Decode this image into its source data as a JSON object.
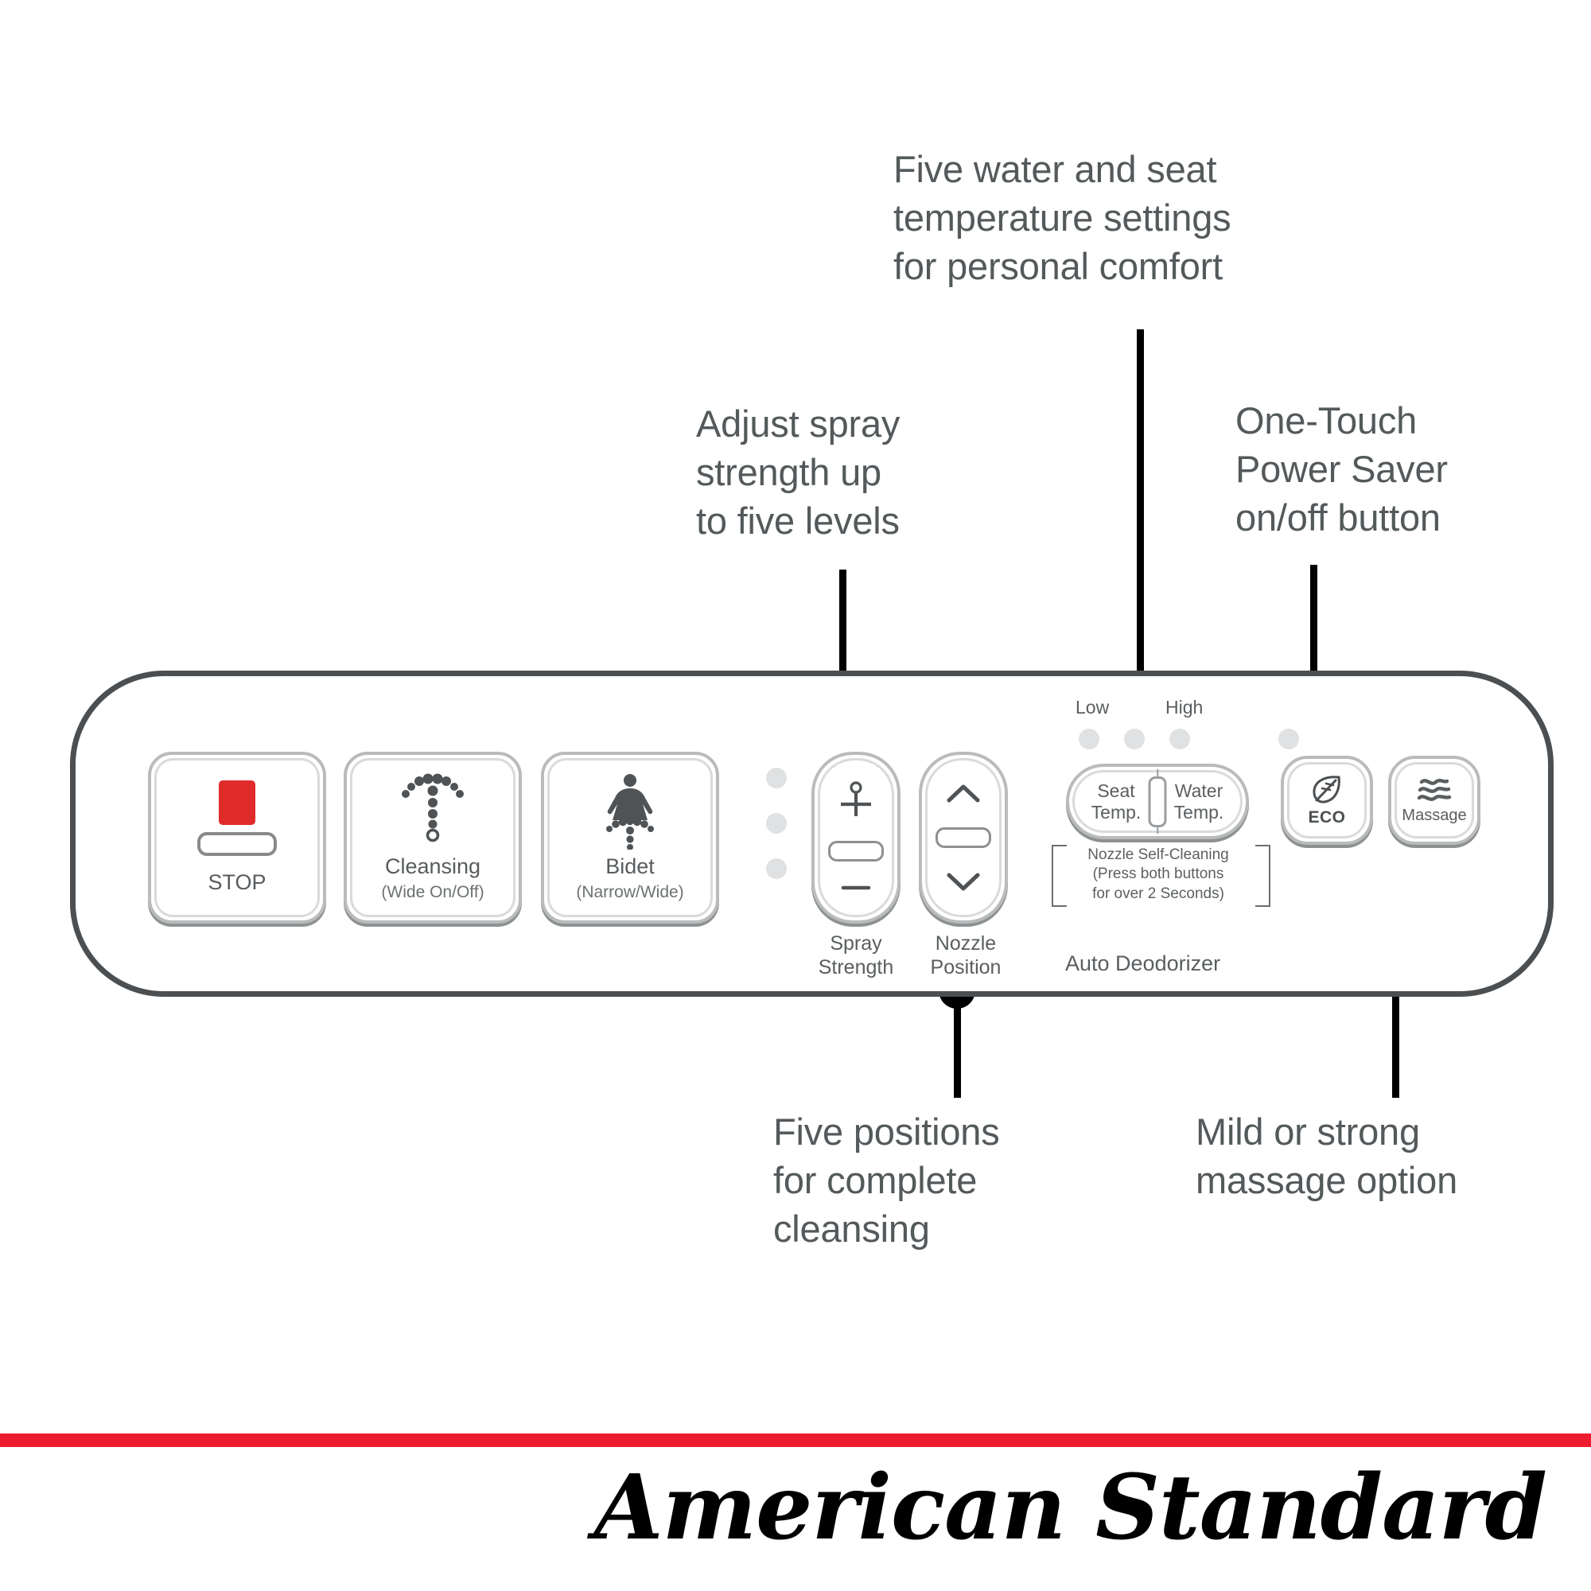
{
  "callouts": {
    "temperature": "Five water and seat\ntemperature settings\nfor personal comfort",
    "spray_strength": "Adjust spray\nstrength up\nto five levels",
    "power_saver": "One-Touch\nPower Saver\non/off button",
    "nozzle_positions": "Five positions\nfor complete\ncleansing",
    "massage": "Mild or strong\nmassage option"
  },
  "panel": {
    "buttons": {
      "stop": {
        "label": "STOP",
        "icon": "stop-square-icon"
      },
      "cleansing": {
        "label": "Cleansing",
        "sublabel": "(Wide On/Off)",
        "icon": "cleansing-spray-icon"
      },
      "bidet": {
        "label": "Bidet",
        "sublabel": "(Narrow/Wide)",
        "icon": "bidet-figure-spray-icon"
      },
      "spray_strength": {
        "label": "Spray\nStrength",
        "increase_icon": "plus-nozzle-icon",
        "decrease_icon": "minus-icon"
      },
      "nozzle_position": {
        "label": "Nozzle\nPosition",
        "up_icon": "chevron-up-icon",
        "down_icon": "chevron-down-icon"
      },
      "seat_temp": {
        "label": "Seat\nTemp."
      },
      "water_temp": {
        "label": "Water\nTemp."
      },
      "eco": {
        "label": "ECO",
        "icon": "leaf-icon"
      },
      "massage": {
        "label": "Massage",
        "icon": "waves-icon"
      }
    },
    "indicators": {
      "temp_low": "Low",
      "temp_high": "High",
      "spray_led_count": 3,
      "temp_led_count": 3,
      "eco_led_count": 1
    },
    "notes": {
      "self_cleaning": "Nozzle Self-Cleaning\n(Press both buttons\nfor over 2 Seconds)",
      "auto_deodorizer": "Auto Deodorizer"
    }
  },
  "footer": {
    "brand": "American Standard"
  },
  "colors": {
    "brand_red": "#ed1b2e",
    "stop_red": "#e02b2b",
    "text_gray": "#54595b",
    "panel_outline": "#4c4f51",
    "led_gray": "#e0e1e2"
  }
}
